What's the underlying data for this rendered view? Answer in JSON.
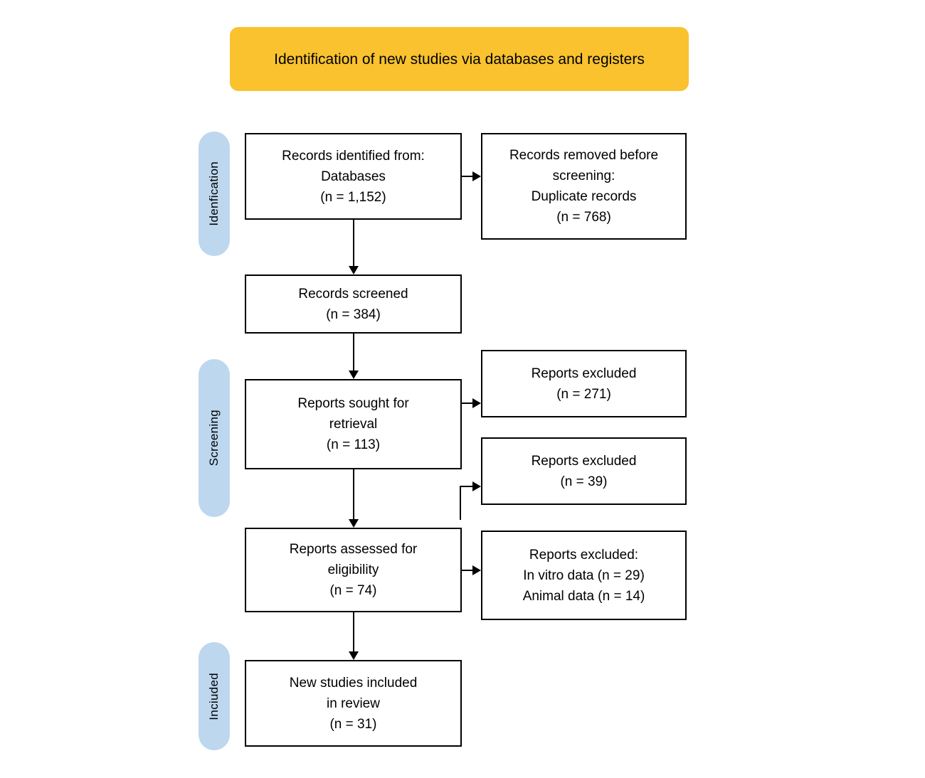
{
  "diagram": {
    "title": "Identification of new studies via databases and registers",
    "colors": {
      "banner": "#F9C22E",
      "stage_pill": "#BDD7EE",
      "box_border": "#000000",
      "box_fill": "#FFFFFF"
    }
  },
  "stages": [
    {
      "id": "identification",
      "label": "Idenfication"
    },
    {
      "id": "screening",
      "label": "Screening"
    },
    {
      "id": "included",
      "label": "Inciuded"
    }
  ],
  "boxes": {
    "identified": {
      "lines": [
        "Records identified from:",
        "Databases",
        "(n = 1,152)"
      ],
      "n": 1152
    },
    "removed": {
      "lines": [
        "Records removed before",
        "screening:",
        "Duplicate records",
        "(n = 768)"
      ],
      "n": 768
    },
    "screened": {
      "lines": [
        "Records screened",
        "(n = 384)"
      ],
      "n": 384
    },
    "sought": {
      "lines": [
        "Reports sought for",
        "retrieval",
        "(n = 113)"
      ],
      "n": 113
    },
    "excluded_1": {
      "lines": [
        "Reports excluded",
        "(n = 271)"
      ],
      "n": 271
    },
    "excluded_2": {
      "lines": [
        "Reports excluded",
        "(n = 39)"
      ],
      "n": 39
    },
    "assessed": {
      "lines": [
        "Reports assessed for",
        "eligibility",
        "(n = 74)"
      ],
      "n": 74
    },
    "excluded_3": {
      "lines": [
        "Reports excluded:",
        "In vitro data (n = 29)",
        "Animal data (n = 14)"
      ],
      "in_vitro": 29,
      "animal": 14
    },
    "included": {
      "lines": [
        "New studies included",
        "in review",
        "(n = 31)"
      ],
      "n": 31
    }
  }
}
